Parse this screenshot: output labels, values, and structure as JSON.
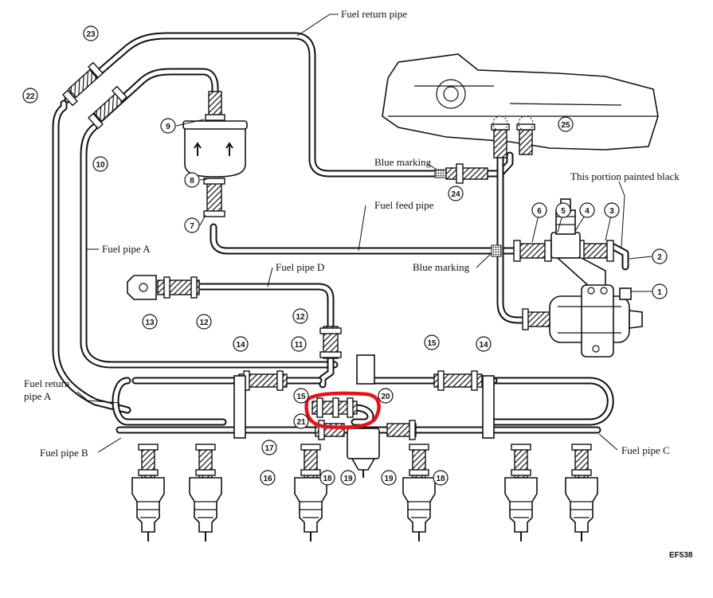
{
  "labels": {
    "fuel_return_pipe": "Fuel return pipe",
    "blue_marking_top": "Blue marking",
    "this_portion": "This portion painted black",
    "fuel_feed_pipe": "Fuel feed pipe",
    "fuel_pipe_a": "Fuel pipe A",
    "blue_marking_mid": "Blue marking",
    "fuel_pipe_d": "Fuel pipe D",
    "fuel_return_pipe_a_1": "Fuel return",
    "fuel_return_pipe_a_2": "pipe A",
    "fuel_pipe_b": "Fuel pipe B",
    "fuel_pipe_c": "Fuel pipe C",
    "figure_code": "EF538"
  },
  "callouts": {
    "n1": "1",
    "n2": "2",
    "n3": "3",
    "n4": "4",
    "n5": "5",
    "n6": "6",
    "n7": "7",
    "n8": "8",
    "n9": "9",
    "n10": "10",
    "n11": "11",
    "n12a": "12",
    "n12b": "12",
    "n13": "13",
    "n14a": "14",
    "n14b": "14",
    "n15a": "15",
    "n15b": "15",
    "n16": "16",
    "n17": "17",
    "n18a": "18",
    "n18b": "18",
    "n19a": "19",
    "n19b": "19",
    "n20": "20",
    "n21": "21",
    "n22": "22",
    "n23": "23",
    "n24": "24",
    "n25": "25"
  },
  "highlight_color": "#e8121a"
}
